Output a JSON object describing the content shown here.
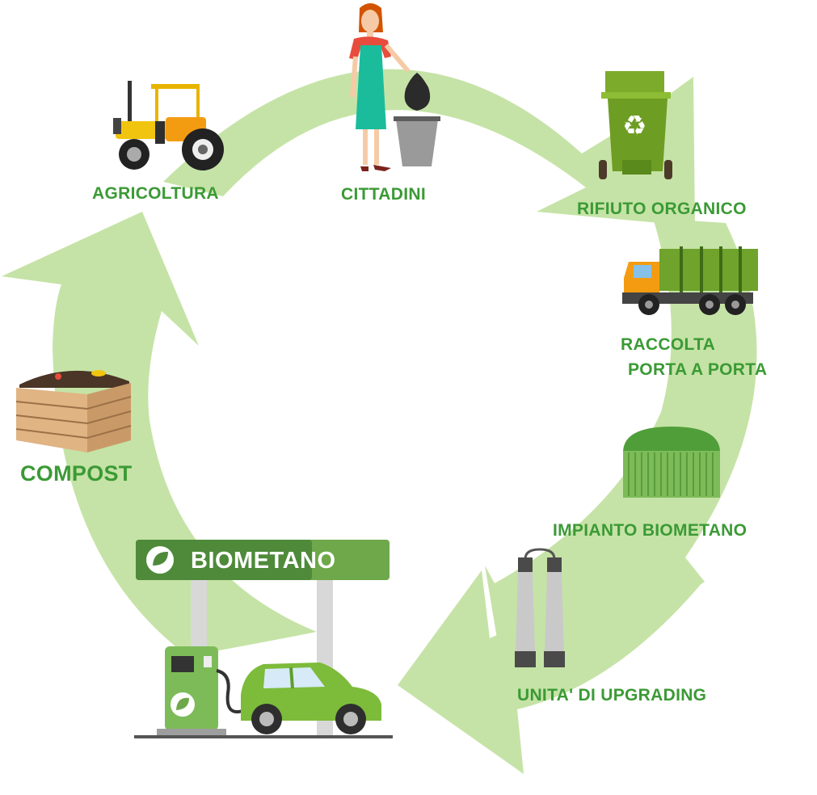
{
  "colors": {
    "label_green": "#3b9a35",
    "cycle_green": "#c5e3a6",
    "sign_dark": "#4e8a3a",
    "sign_light": "#6ea84a"
  },
  "steps": {
    "agricoltura": "AGRICOLTURA",
    "cittadini": "CITTADINI",
    "rifiuto": "RIFIUTO ORGANICO",
    "raccolta_line1": "RACCOLTA",
    "raccolta_line2": "PORTA A PORTA",
    "impianto": "IMPIANTO BIOMETANO",
    "unita": "UNITA' DI UPGRADING",
    "compost": "COMPOST"
  },
  "station_sign": "BIOMETANO",
  "icons": {
    "tractor": "tractor-icon",
    "woman": "woman-with-trash-icon",
    "bin": "organic-waste-bin-icon",
    "truck": "garbage-truck-icon",
    "plant": "biomethane-plant-icon",
    "upgrading": "upgrading-towers-icon",
    "compost": "compost-crate-icon",
    "station": "biomethane-station-icon",
    "car": "car-icon",
    "recycle": "recycle-icon",
    "leaf": "leaf-icon"
  }
}
